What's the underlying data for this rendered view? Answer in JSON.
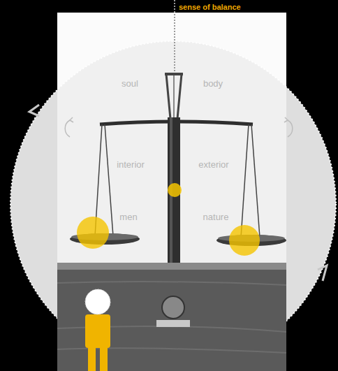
{
  "diagram": {
    "labels": [
      "sense of balance",
      "soul",
      "body",
      "interior",
      "exterior",
      "men",
      "nature"
    ]
  }
}
